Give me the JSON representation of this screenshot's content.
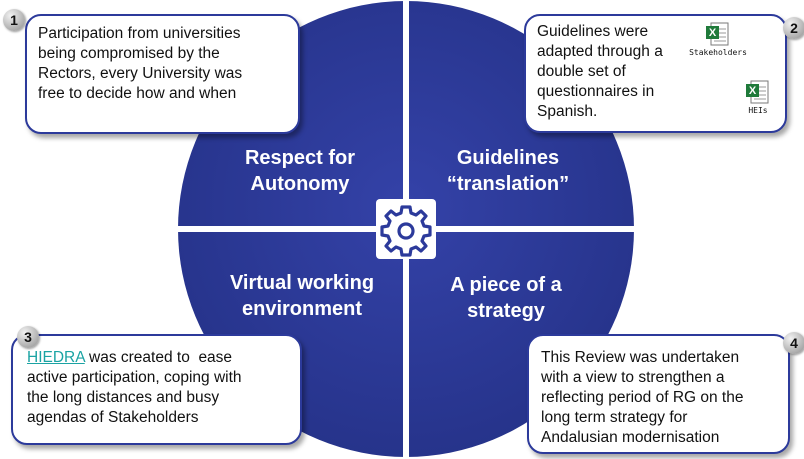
{
  "colors": {
    "circle": "#2c3a9b",
    "divider": "#ffffff",
    "card_border": "#2c3a9b",
    "link": "#1aa3a3"
  },
  "quadrants": {
    "top_left": [
      "Respect for",
      "Autonomy"
    ],
    "top_right": [
      "Guidelines",
      "“translation”"
    ],
    "bottom_left": [
      "Virtual  working",
      "environment"
    ],
    "bottom_right": [
      "A piece of a",
      "strategy"
    ]
  },
  "center_icon": "gear-icon",
  "cards": {
    "c1": {
      "badge": "1",
      "lines": [
        "Participation from universities",
        "being compromised by the",
        "Rectors, every University was",
        "free to decide how and when"
      ]
    },
    "c2": {
      "badge": "2",
      "lines": [
        "Guidelines were",
        "adapted through a",
        "double set of",
        "questionnaires in",
        "Spanish."
      ],
      "attachments": [
        {
          "icon": "excel-file-icon",
          "caption": "Stakeholders"
        },
        {
          "icon": "excel-file-icon",
          "caption": "HEIs"
        }
      ]
    },
    "c3": {
      "badge": "3",
      "link": "HIEDRA",
      "line1_rest": " was created to  ease",
      "lines": [
        "active participation, coping with",
        "the long distances and busy",
        "agendas of Stakeholders"
      ]
    },
    "c4": {
      "badge": "4",
      "lines": [
        "This Review was undertaken",
        "with a view to strengthen a",
        "reflecting period of RG on the",
        "long term strategy for",
        "Andalusian modernisation"
      ]
    }
  }
}
